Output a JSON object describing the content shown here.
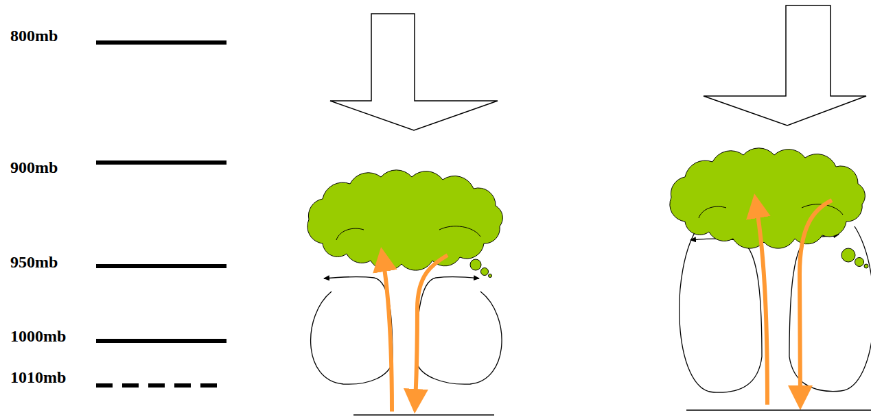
{
  "diagram": {
    "labels": [
      "800mb",
      "900mb",
      "950mb",
      "1000mb",
      "1010mb"
    ]
  }
}
